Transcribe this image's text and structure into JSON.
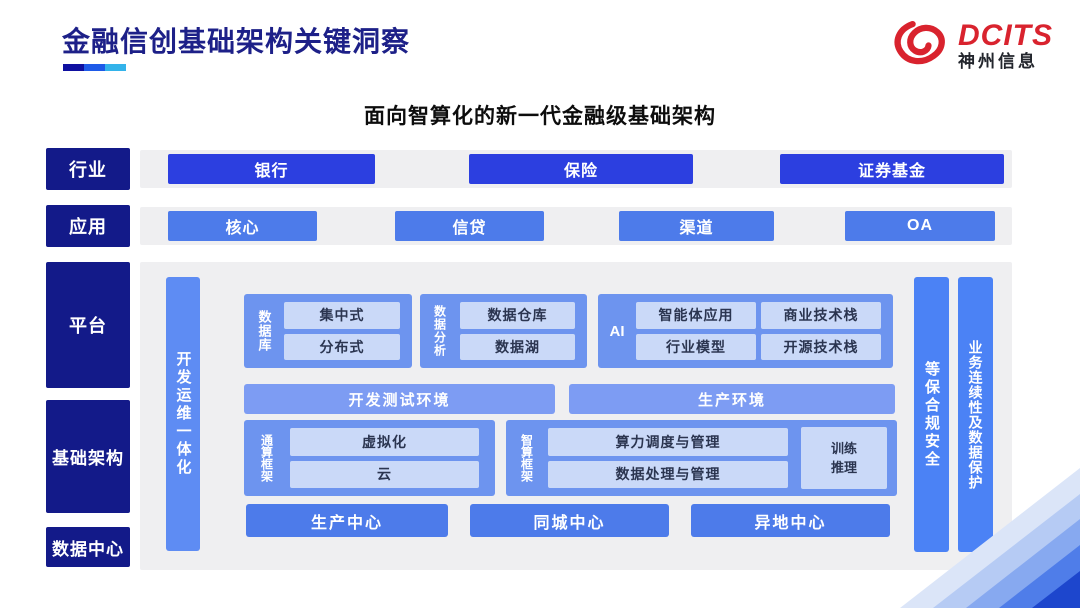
{
  "header": {
    "title": "金融信创基础架构关键洞察",
    "logo": {
      "brand": "DCITS",
      "company": "神州信息"
    }
  },
  "subtitle": "面向智算化的新一代金融级基础架构",
  "industry": {
    "label": "行业",
    "items": [
      "银行",
      "保险",
      "证券基金"
    ]
  },
  "application": {
    "label": "应用",
    "items": [
      "核心",
      "信贷",
      "渠道",
      "OA"
    ]
  },
  "layers": {
    "platform": "平台",
    "infrastructure": "基础架构",
    "datacenter": "数据中心"
  },
  "platform": {
    "devops_bar": "开发运维一体化",
    "database": {
      "label": "数据库",
      "items": [
        "集中式",
        "分布式"
      ]
    },
    "analytics": {
      "label": "数据分析",
      "items": [
        "数据仓库",
        "数据湖"
      ]
    },
    "ai": {
      "label": "AI",
      "items": [
        "智能体应用",
        "商业技术栈",
        "行业模型",
        "开源技术栈"
      ]
    },
    "environments": [
      "开发测试环境",
      "生产环境"
    ],
    "general_framework": {
      "label": "通算框架",
      "items": [
        "虚拟化",
        "云"
      ]
    },
    "intelligent_framework": {
      "label": "智算框架",
      "items": [
        "算力调度与管理",
        "数据处理与管理"
      ],
      "side": "训练推理"
    },
    "centers": [
      "生产中心",
      "同城中心",
      "异地中心"
    ],
    "security_bar": "等保合规安全",
    "continuity_bar": "业务连续性及数据保护"
  },
  "colors": {
    "title_navy": "#1d2088",
    "label_navy": "#131a89",
    "primary_blue": "#2c3fe0",
    "secondary_blue": "#4d7bea",
    "group_blue": "#6d94ef",
    "env_blue": "#7d9cf3",
    "devops_blue": "#5e8cf3",
    "right_bar_blue": "#4b82f5",
    "lightbox_blue": "#cad9f8",
    "panel_gray": "#efeff1",
    "logo_red": "#d9232e",
    "underline": [
      "#0f10a0",
      "#1e5ae8",
      "#33b3ea"
    ]
  }
}
